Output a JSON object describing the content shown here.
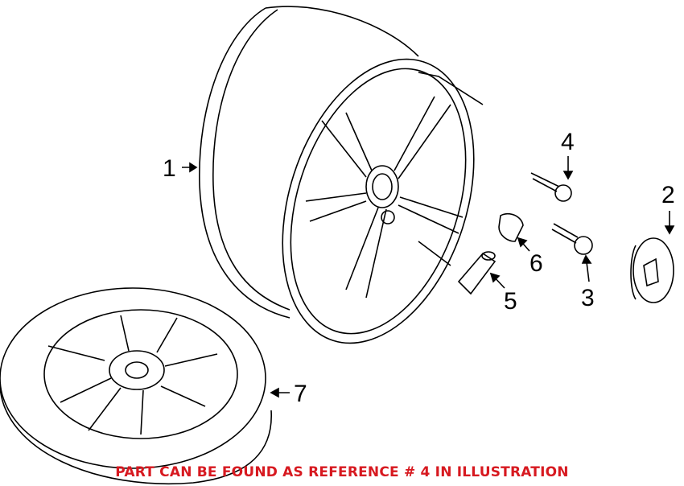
{
  "callouts": {
    "c1": "1",
    "c2": "2",
    "c3": "3",
    "c4": "4",
    "c5": "5",
    "c6": "6",
    "c7": "7"
  },
  "note": "PART CAN BE FOUND AS REFERENCE # 4 IN ILLUSTRATION",
  "colors": {
    "note": "#d71920",
    "line": "#000000"
  }
}
